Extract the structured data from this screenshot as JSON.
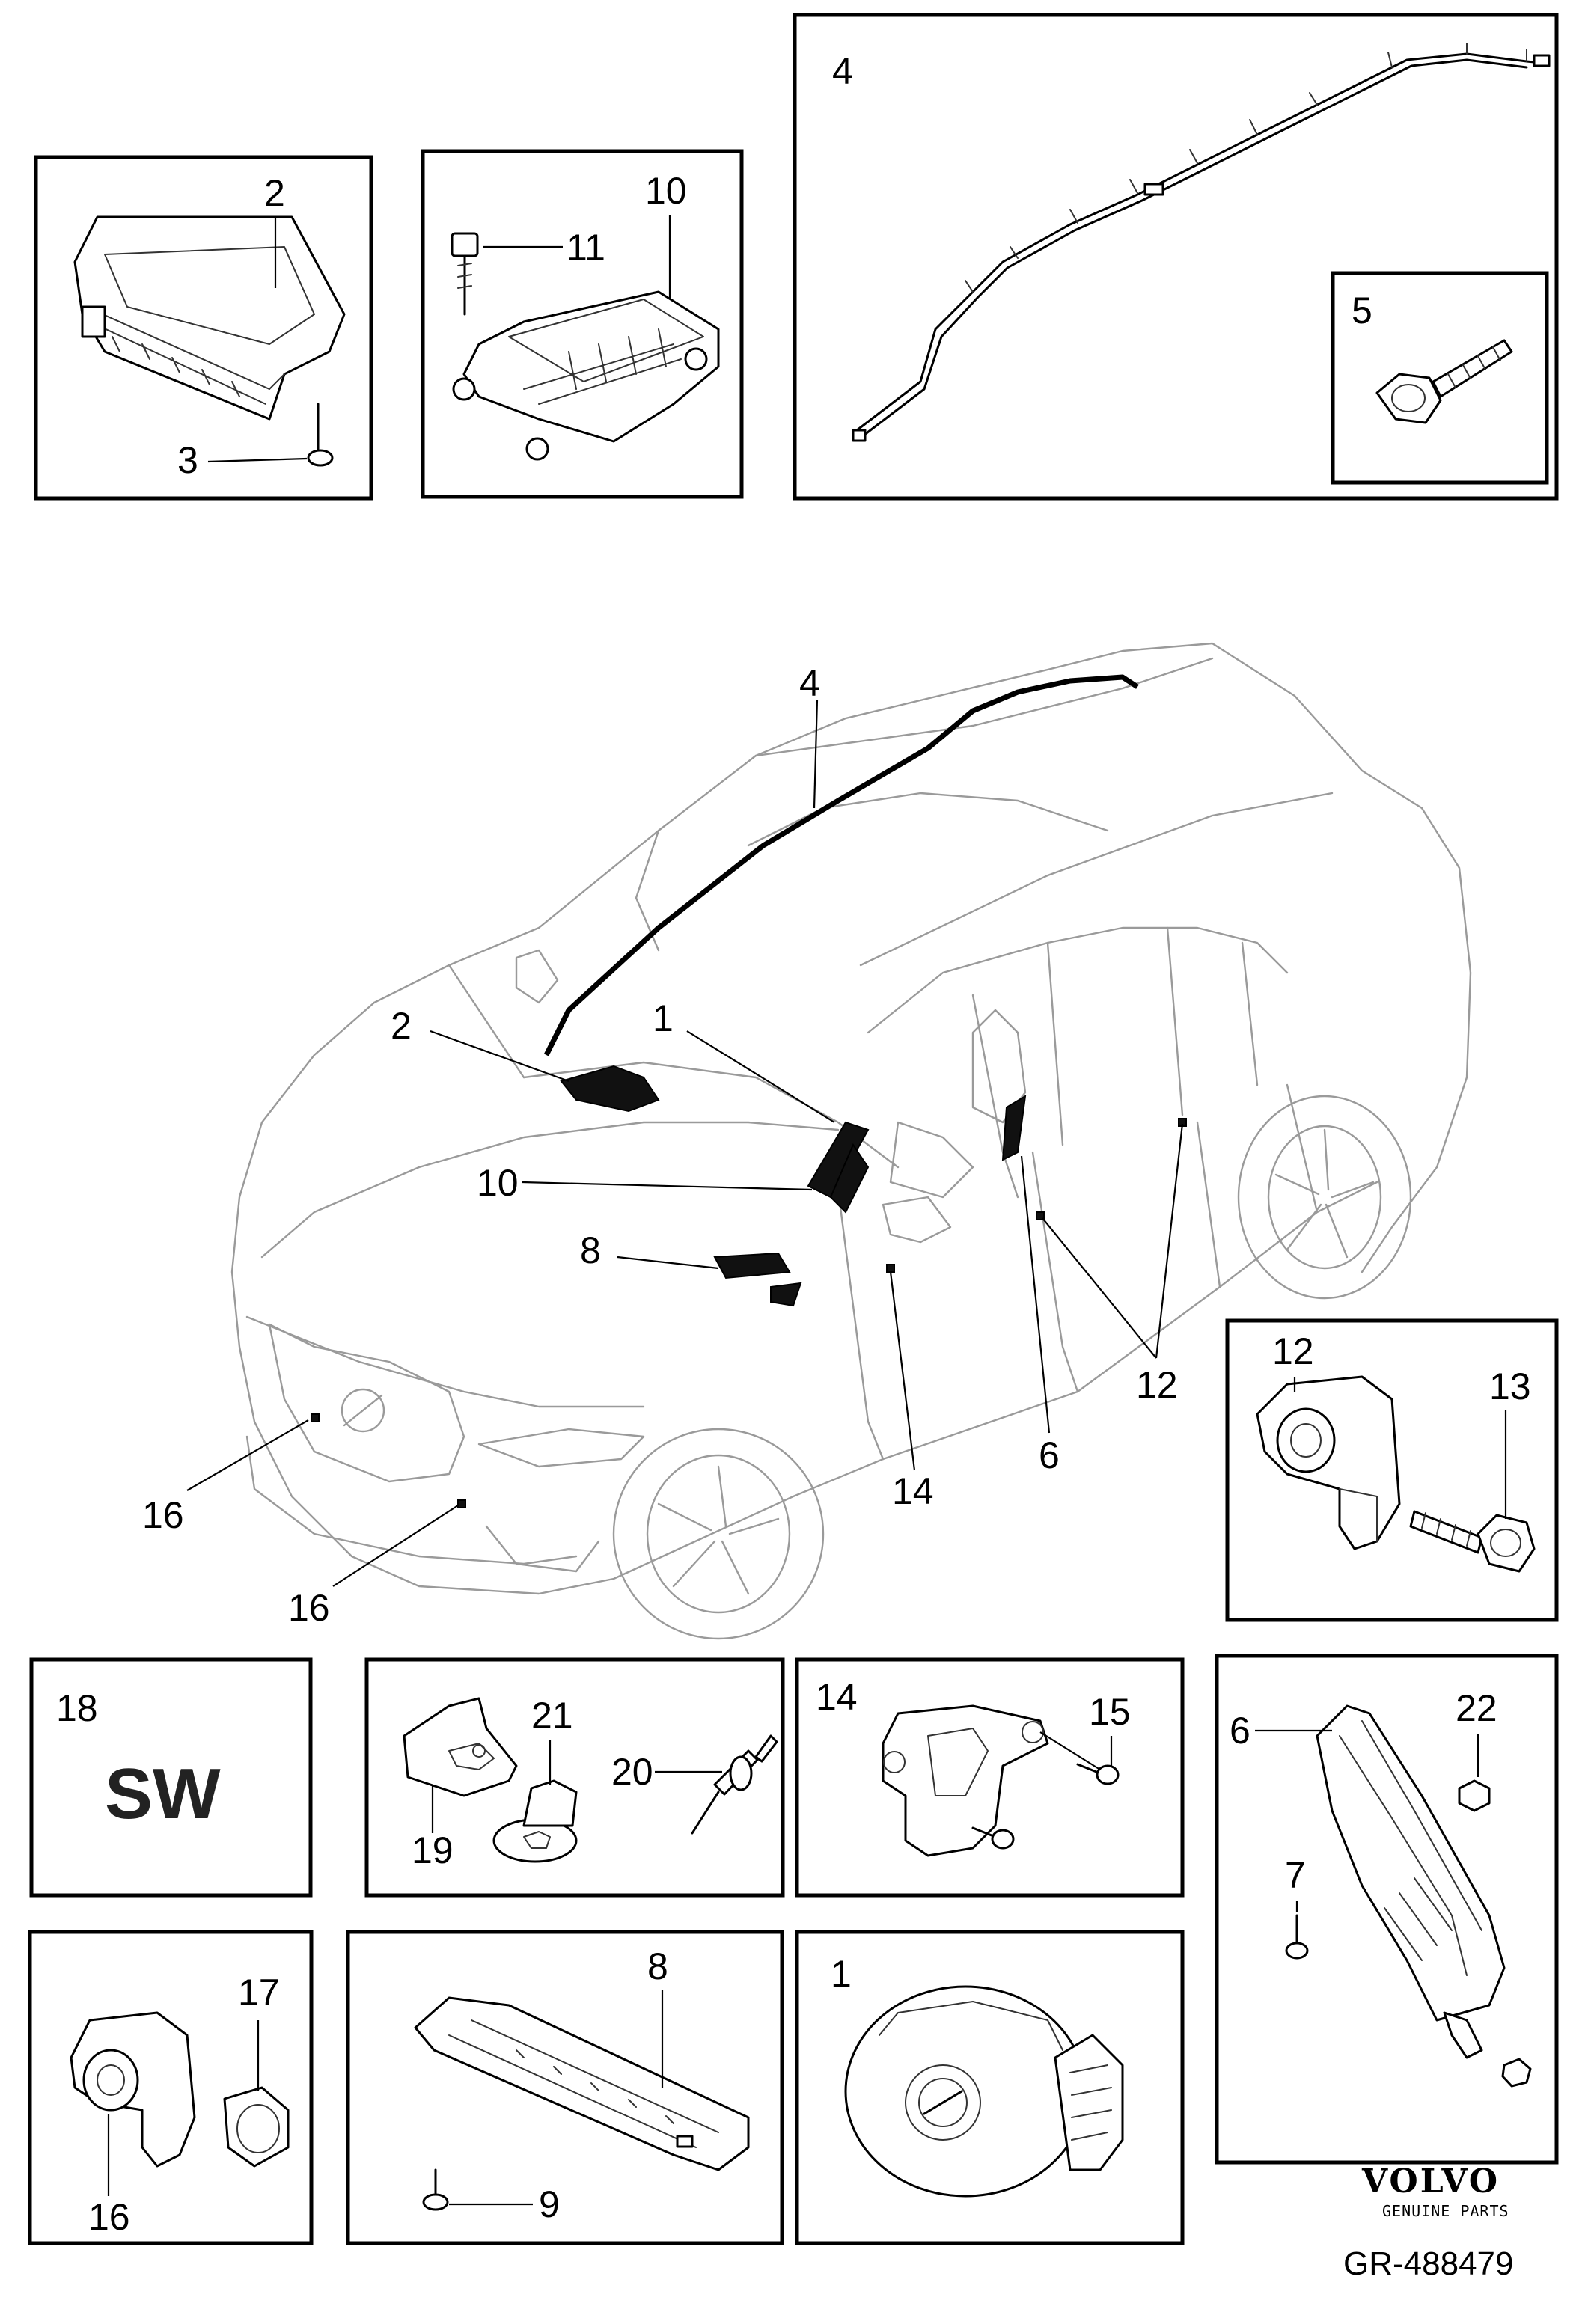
{
  "callouts": {
    "p2_label": "2",
    "p3_label": "3",
    "p10_label": "10",
    "p11_label": "11",
    "p4_label": "4",
    "p5_label": "5",
    "car_4": "4",
    "car_2": "2",
    "car_1": "1",
    "car_10": "10",
    "car_8": "8",
    "car_16a": "16",
    "car_16b": "16",
    "car_14": "14",
    "car_6": "6",
    "car_12": "12",
    "p12_label": "12",
    "p13_label": "13",
    "p18_label": "18",
    "p21_label": "21",
    "p20_label": "20",
    "p19_label": "19",
    "p14_label": "14",
    "p15_label": "15",
    "p6_label": "6",
    "p22_label": "22",
    "p7_label": "7",
    "p17_label": "17",
    "p16_label": "16",
    "p8_label": "8",
    "p9_label": "9",
    "p1_label": "1"
  },
  "sw_text": "SW",
  "brand": {
    "name": "VOLVO",
    "tagline": "GENUINE PARTS",
    "reference": "GR-488479"
  }
}
